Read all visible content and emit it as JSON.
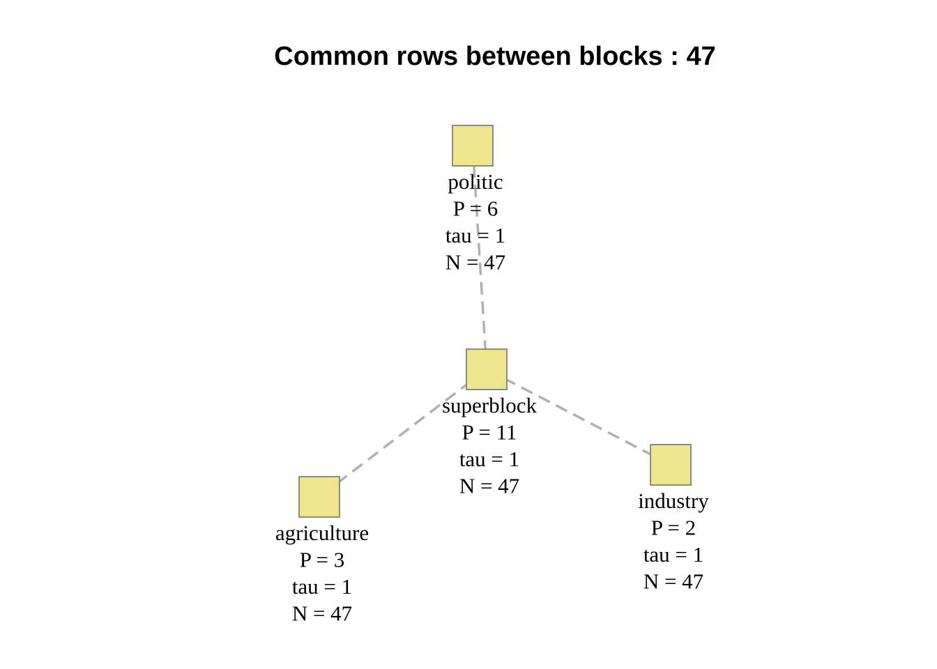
{
  "title": "Common rows between blocks : 47",
  "colors": {
    "node_fill": "#EEE68C",
    "node_stroke": "#808080",
    "edge": "#B0B0B0"
  },
  "nodes": [
    {
      "id": "politic",
      "lines": [
        "politic",
        "P = 6",
        "tau = 1",
        " N = 47"
      ]
    },
    {
      "id": "superblock",
      "lines": [
        "superblock",
        "P = 11",
        "tau = 1",
        " N = 47"
      ]
    },
    {
      "id": "agriculture",
      "lines": [
        "agriculture",
        "P = 3",
        "tau = 1",
        " N = 47"
      ]
    },
    {
      "id": "industry",
      "lines": [
        "industry",
        "P = 2",
        "tau = 1",
        " N = 47"
      ]
    }
  ],
  "edges": [
    {
      "from": "politic",
      "to": "superblock",
      "style": "dashed"
    },
    {
      "from": "superblock",
      "to": "agriculture",
      "style": "dashed"
    },
    {
      "from": "superblock",
      "to": "industry",
      "style": "dashed"
    }
  ]
}
